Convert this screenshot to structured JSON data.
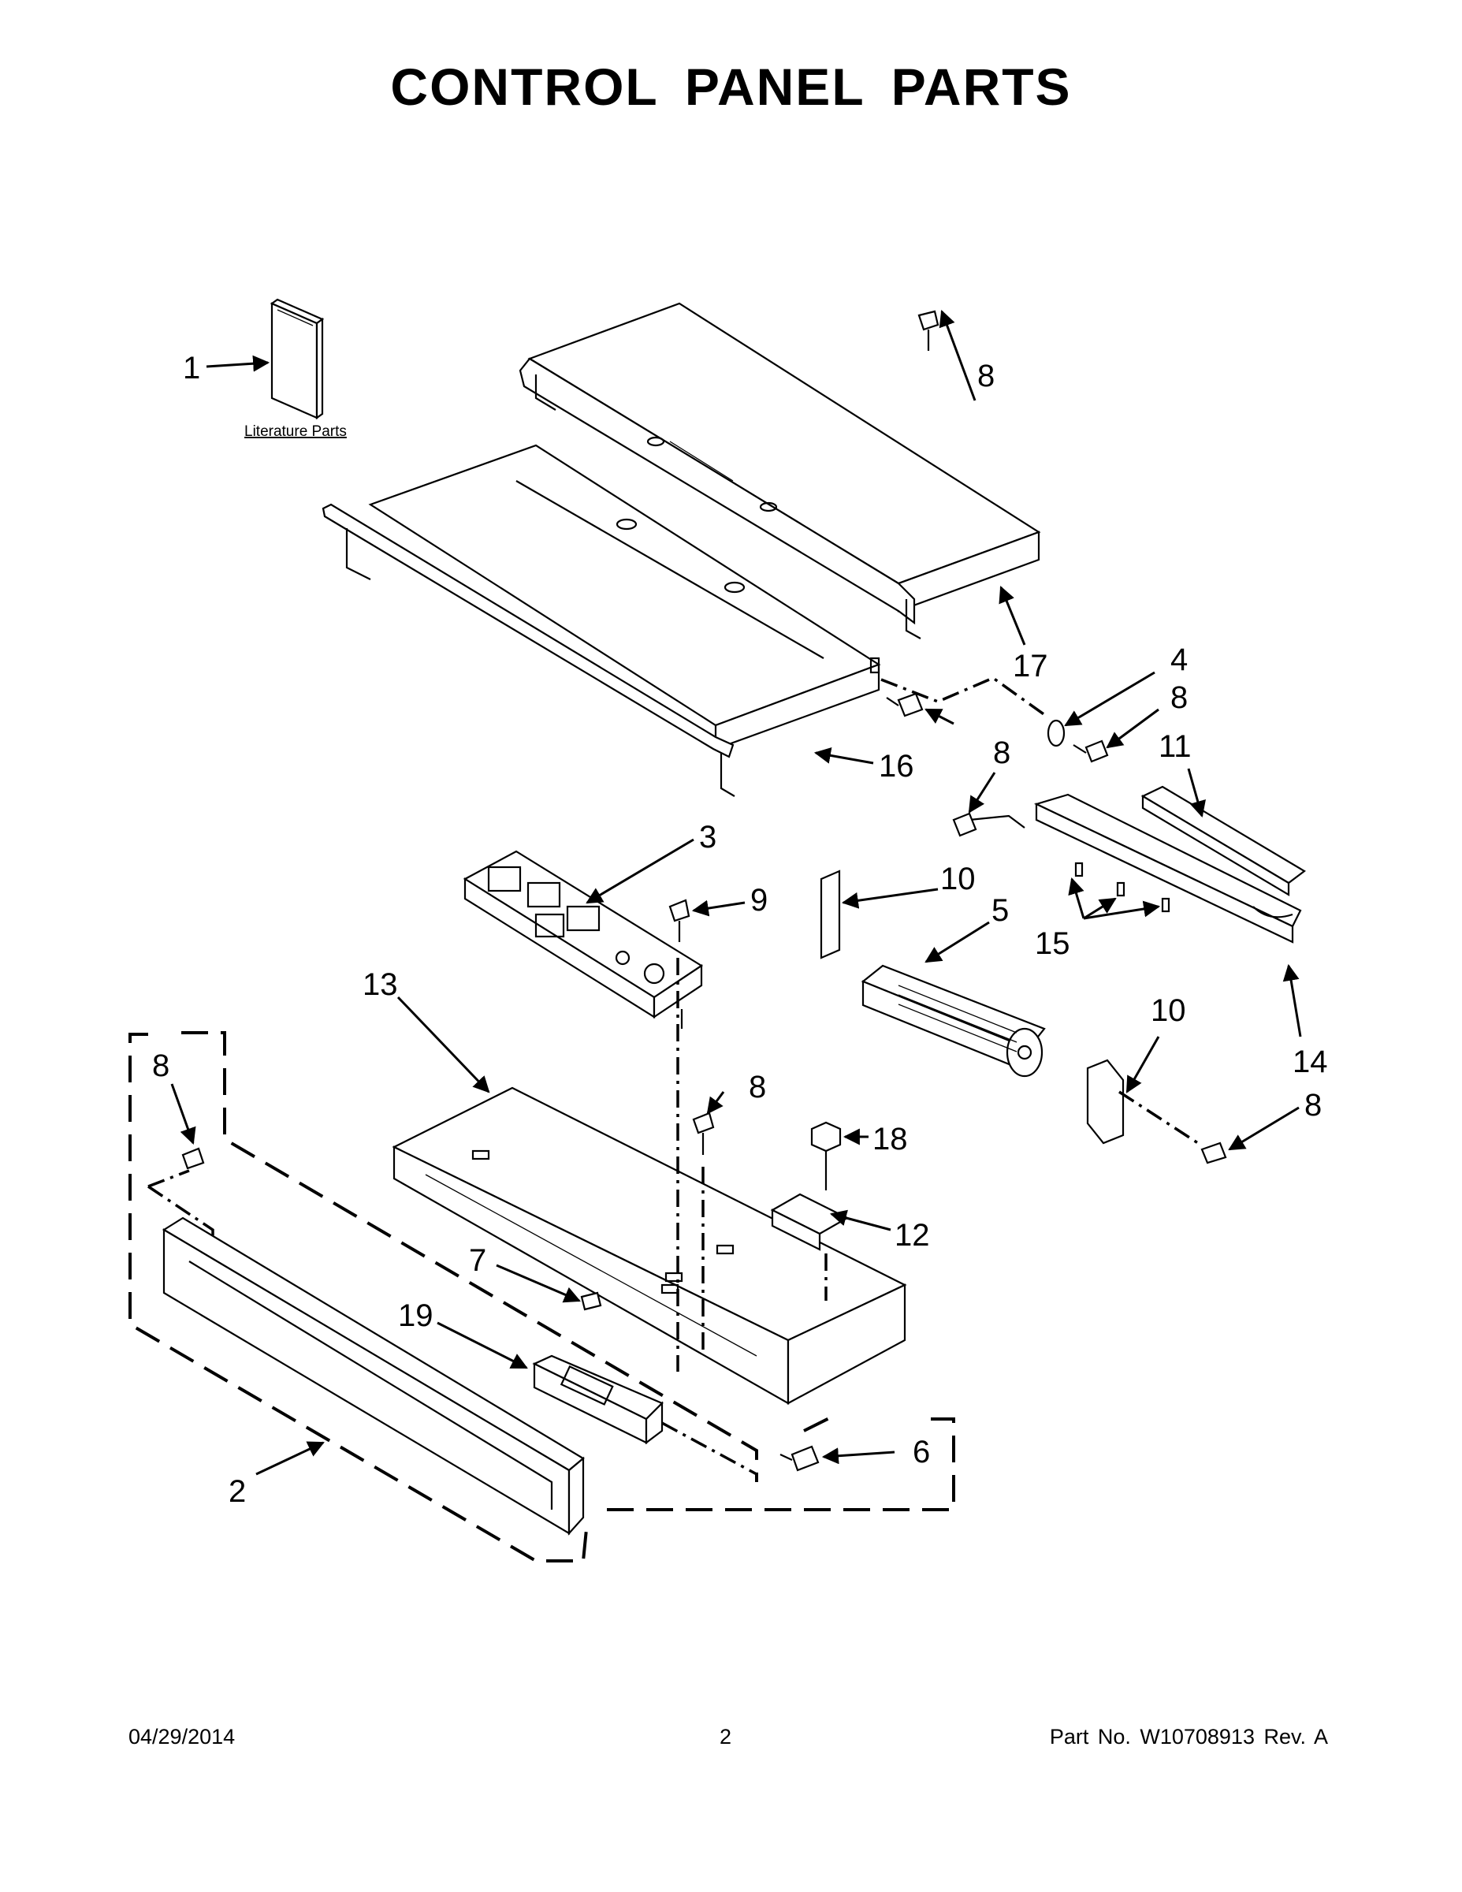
{
  "title": "CONTROL PANEL PARTS",
  "literature_label": "Literature Parts",
  "callouts": [
    {
      "id": "c1",
      "text": "1"
    },
    {
      "id": "c8a",
      "text": "8"
    },
    {
      "id": "c17",
      "text": "17"
    },
    {
      "id": "c4",
      "text": "4"
    },
    {
      "id": "c8b",
      "text": "8"
    },
    {
      "id": "c11",
      "text": "11"
    },
    {
      "id": "c16",
      "text": "16"
    },
    {
      "id": "c8c",
      "text": "8"
    },
    {
      "id": "c3",
      "text": "3"
    },
    {
      "id": "c9",
      "text": "9"
    },
    {
      "id": "c10a",
      "text": "10"
    },
    {
      "id": "c5",
      "text": "5"
    },
    {
      "id": "c15",
      "text": "15"
    },
    {
      "id": "c13",
      "text": "13"
    },
    {
      "id": "c8d",
      "text": "8"
    },
    {
      "id": "c10b",
      "text": "10"
    },
    {
      "id": "c14",
      "text": "14"
    },
    {
      "id": "c8e",
      "text": "8"
    },
    {
      "id": "c18",
      "text": "18"
    },
    {
      "id": "c8f",
      "text": "8"
    },
    {
      "id": "c12",
      "text": "12"
    },
    {
      "id": "c7",
      "text": "7"
    },
    {
      "id": "c19",
      "text": "19"
    },
    {
      "id": "c6",
      "text": "6"
    },
    {
      "id": "c2",
      "text": "2"
    }
  ],
  "footer": {
    "date": "04/29/2014",
    "page": "2",
    "part_number": "Part No.  W10708913  Rev.  A"
  }
}
